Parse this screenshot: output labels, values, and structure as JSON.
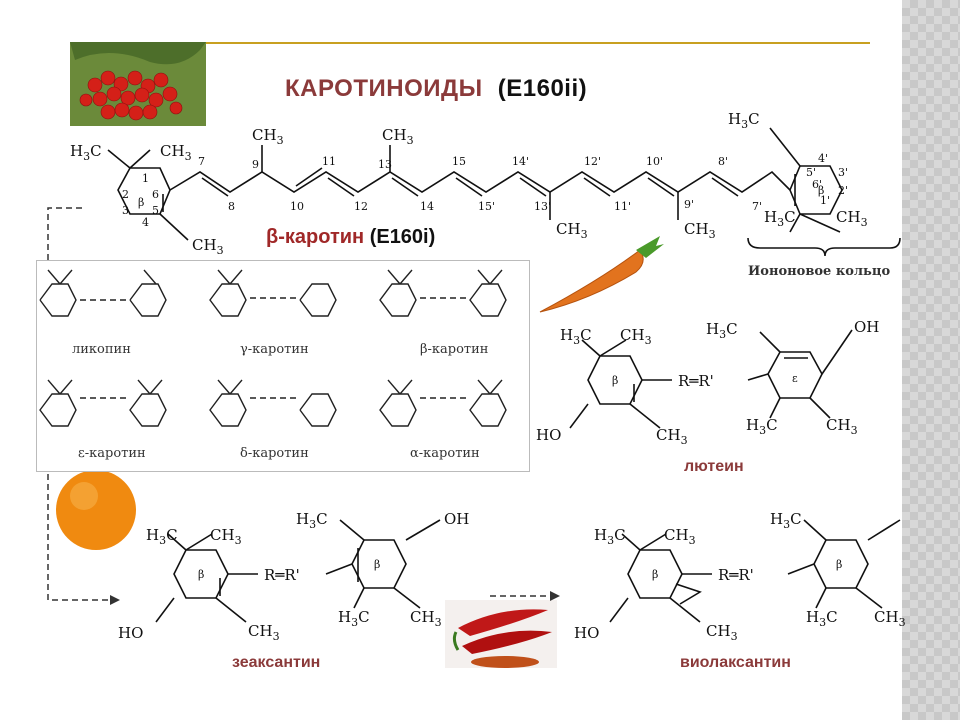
{
  "title": {
    "main": "КАРОТИНОИДЫ",
    "code": "(E160ii)"
  },
  "beta_carotene": {
    "label_symbol": "β",
    "label_text": "-каротин",
    "code": "(E160i)"
  },
  "ionone_ring_label": "Иононовое кольцо",
  "carotenes_grid": [
    {
      "name": "ликопин"
    },
    {
      "name": "γ-каротин"
    },
    {
      "name": "β-каротин"
    },
    {
      "name": "ε-каротин"
    },
    {
      "name": "δ-каротин"
    },
    {
      "name": "α-каротин"
    }
  ],
  "molecules": {
    "lutein": "лютеин",
    "zeaxanthin": "зеаксантин",
    "violaxanthin": "виолаксантин"
  },
  "chain_numbers": [
    "7",
    "8",
    "9",
    "10",
    "11",
    "12",
    "13",
    "14",
    "15",
    "15'",
    "14'",
    "13'",
    "12'",
    "11'",
    "10'",
    "9'",
    "8'",
    "7'"
  ],
  "ring_labels": {
    "left": [
      "1",
      "2",
      "3",
      "4",
      "5",
      "6"
    ],
    "right": [
      "1'",
      "2'",
      "3'",
      "4'",
      "5'",
      "6'"
    ],
    "ring_symbol": "β",
    "eps_symbol": "ε"
  },
  "groups": {
    "methyl": "CH3",
    "h3c": "H3C",
    "hydroxyl_left": "HO",
    "hydroxyl_right": "OH",
    "link": "R═R'"
  },
  "images": [
    {
      "name": "rowan-berries",
      "icon": "berries"
    },
    {
      "name": "carrot",
      "icon": "carrot"
    },
    {
      "name": "orange",
      "icon": "orange"
    },
    {
      "name": "chili-peppers",
      "icon": "pepper"
    }
  ],
  "colors": {
    "title": "#8b3a3a",
    "rule": "#c8a020",
    "beta_red": "#a02828",
    "background": "#ffffff"
  }
}
